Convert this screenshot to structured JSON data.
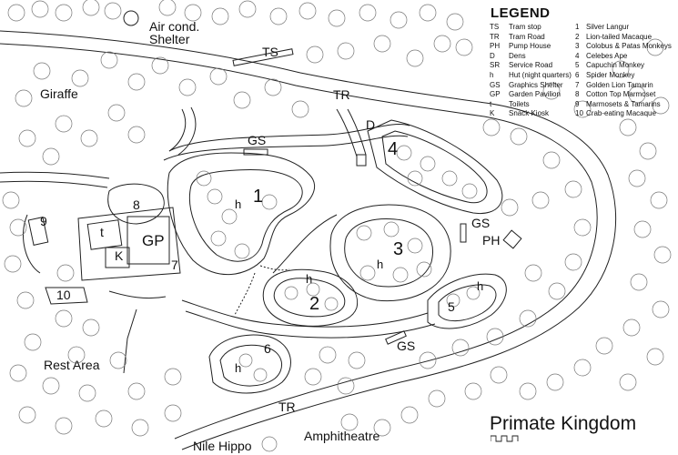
{
  "map": {
    "title": "Primate Kingdom",
    "area_labels": {
      "air_cond_line1": "Air cond.",
      "air_cond_line2": "Shelter",
      "giraffe": "Giraffe",
      "rest_area": "Rest Area",
      "nile_hippo": "Nile Hippo",
      "amphitheatre": "Amphitheatre"
    },
    "facility_codes": {
      "ts": "TS",
      "tr_top": "TR",
      "tr_bottom": "TR",
      "d": "D",
      "gs_top": "GS",
      "gs_right": "GS",
      "gs_bottom": "GS",
      "ph": "PH",
      "t": "t",
      "gp": "GP",
      "k": "K"
    },
    "enclosures": {
      "e1": "1",
      "e2": "2",
      "e3": "3",
      "e4": "4",
      "e5": "5",
      "e6": "6",
      "e7": "7",
      "e8": "8",
      "e9": "9",
      "e10": "10"
    },
    "huts": {
      "h1": "h",
      "h2": "h",
      "h3": "h",
      "h5": "h",
      "h6": "h"
    }
  },
  "legend": {
    "title": "LEGEND",
    "codes": [
      {
        "code": "TS",
        "label": "Tram stop"
      },
      {
        "code": "TR",
        "label": "Tram Road"
      },
      {
        "code": "PH",
        "label": "Pump House"
      },
      {
        "code": "D",
        "label": "Dens"
      },
      {
        "code": "SR",
        "label": "Service Road"
      },
      {
        "code": "h",
        "label": "Hut (night quarters)"
      },
      {
        "code": "GS",
        "label": "Graphics Shelter"
      },
      {
        "code": "GP",
        "label": "Garden Pavilion"
      },
      {
        "code": "t",
        "label": "Toilets"
      },
      {
        "code": "K",
        "label": "Snack Kiosk"
      }
    ],
    "species": [
      {
        "num": "1",
        "label": "Silver Langur"
      },
      {
        "num": "2",
        "label": "Lion-tailed Macaque"
      },
      {
        "num": "3",
        "label": "Colobus & Patas Monkeys"
      },
      {
        "num": "4",
        "label": "Celebes Ape"
      },
      {
        "num": "5",
        "label": "Capuchin Monkey"
      },
      {
        "num": "6",
        "label": "Spider Monkey"
      },
      {
        "num": "7",
        "label": "Golden Lion Tamarin"
      },
      {
        "num": "8",
        "label": "Cotton Top Marmoset"
      },
      {
        "num": "9",
        "label": "Marmosets & Tamarins"
      },
      {
        "num": "10",
        "label": "Crab-eating Macaque"
      }
    ]
  }
}
